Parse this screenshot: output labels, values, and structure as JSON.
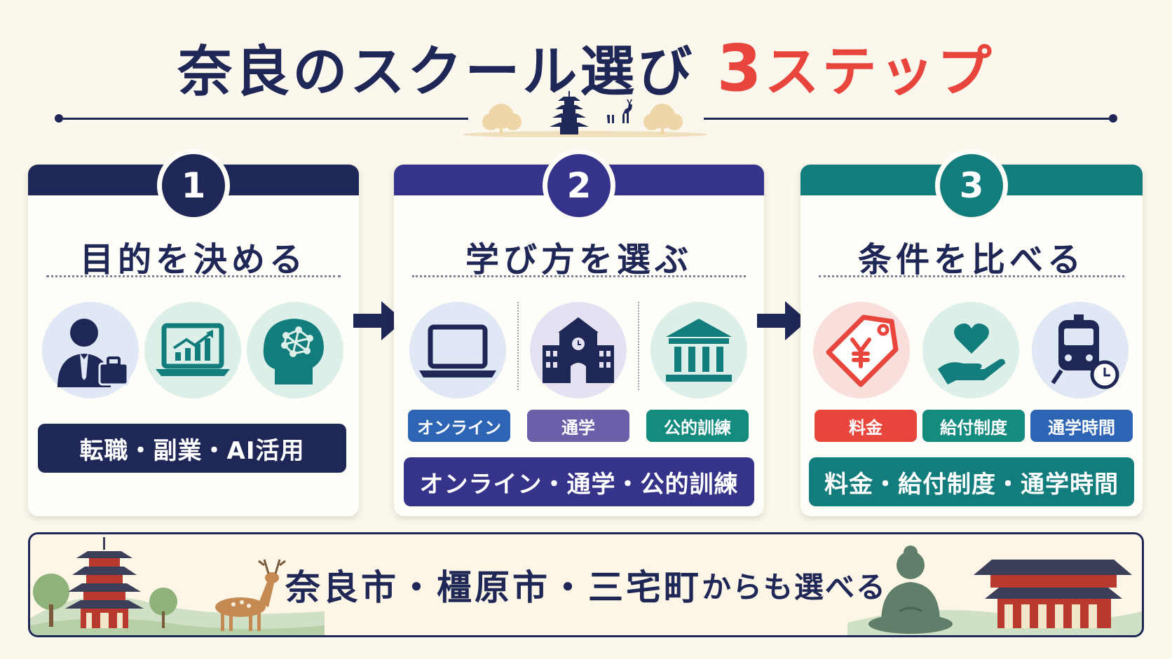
{
  "title": {
    "main": "奈良のスクール選び",
    "number": "3",
    "suffix": "ステップ"
  },
  "colors": {
    "navy": "#1f2757",
    "indigo": "#35348a",
    "teal": "#137d7d",
    "red": "#e8463c",
    "blue": "#2d64b3",
    "purple": "#6a5fa8",
    "teal_chip": "#148b7f",
    "background": "#fbf7ec"
  },
  "steps": [
    {
      "number": "1",
      "heading": "目的を決める",
      "icons": [
        "businessman-briefcase-icon",
        "laptop-growth-chart-icon",
        "ai-brain-network-icon"
      ],
      "chips": [],
      "summary": "転職・副業・AI活用"
    },
    {
      "number": "2",
      "heading": "学び方を選ぶ",
      "icons": [
        "laptop-icon",
        "school-building-icon",
        "public-institution-icon"
      ],
      "chips": [
        "オンライン",
        "通学",
        "公的訓練"
      ],
      "summary": "オンライン・通学・公的訓練"
    },
    {
      "number": "3",
      "heading": "条件を比べる",
      "icons": [
        "yen-price-tag-icon",
        "heart-hand-icon",
        "train-clock-icon"
      ],
      "chips": [
        "料金",
        "給付制度",
        "通学時間"
      ],
      "summary": "料金・給付制度・通学時間"
    }
  ],
  "banner": {
    "places": "奈良市・橿原市・三宅町",
    "tail": "からも選べる",
    "icons": [
      "pagoda-icon",
      "deer-icon",
      "great-buddha-icon",
      "temple-hall-icon"
    ]
  }
}
